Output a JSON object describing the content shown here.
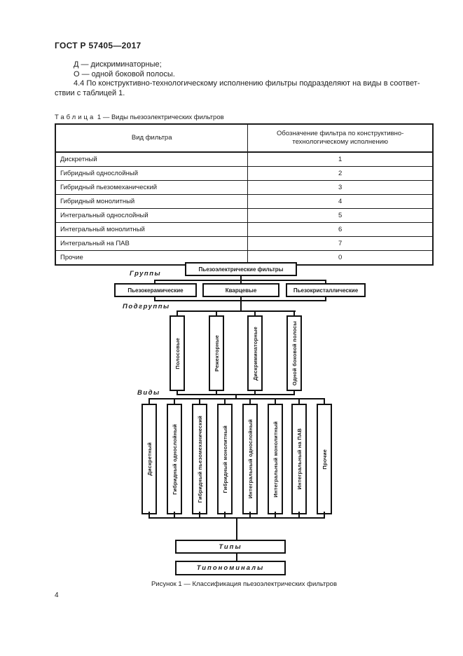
{
  "header": {
    "title": "ГОСТ Р 57405—2017"
  },
  "intro": {
    "line1": "Д — дискриминаторные;",
    "line2": "О — одной боковой полосы.",
    "para44_line1": "4.4  По конструктивно-технологическому исполнению фильтры подразделяют на виды в соответ-",
    "para44_line2": "ствии с таблицей 1."
  },
  "table": {
    "caption_word": "Таблица",
    "caption_rest": "1 — Виды пьезоэлектрических фильтров",
    "col1_header": "Вид фильтра",
    "col2_header": "Обозначение фильтра по конструктивно-технологическому исполнению",
    "rows": [
      {
        "name": "Дискретный",
        "code": "1"
      },
      {
        "name": "Гибридный однослойный",
        "code": "2"
      },
      {
        "name": "Гибридный пьезомеханический",
        "code": "3"
      },
      {
        "name": "Гибридный монолитный",
        "code": "4"
      },
      {
        "name": "Интегральный однослойный",
        "code": "5"
      },
      {
        "name": "Интегральный монолитный",
        "code": "6"
      },
      {
        "name": "Интегральный на ПАВ",
        "code": "7"
      },
      {
        "name": "Прочие",
        "code": "0"
      }
    ]
  },
  "diagram": {
    "root": "Пьезоэлектрические фильтры",
    "labels": {
      "groups": "Группы",
      "subgroups": "Подгруппы",
      "kinds": "Виды"
    },
    "groups": [
      "Пьезокерамические",
      "Кварцевые",
      "Пьезокристаллические"
    ],
    "subgroups": [
      "Полосовые",
      "Режекторные",
      "Дискриминаторные",
      "Одной боковой полосы"
    ],
    "kinds": [
      "Дискретный",
      "Гибридный однослойный",
      "Гибридный пьезомеханический",
      "Гибридный монолитный",
      "Интегральный однослойный",
      "Интегральный монолитный",
      "Интегральный на ПАВ",
      "Прочие"
    ],
    "types_box": "Типы",
    "typenominals_box": "Типономиналы",
    "caption": "Рисунок 1 — Классификация пьезоэлектрических фильтров"
  },
  "page": {
    "number": "4"
  },
  "colors": {
    "ink": "#1c1c1c",
    "paper": "#ffffff"
  }
}
